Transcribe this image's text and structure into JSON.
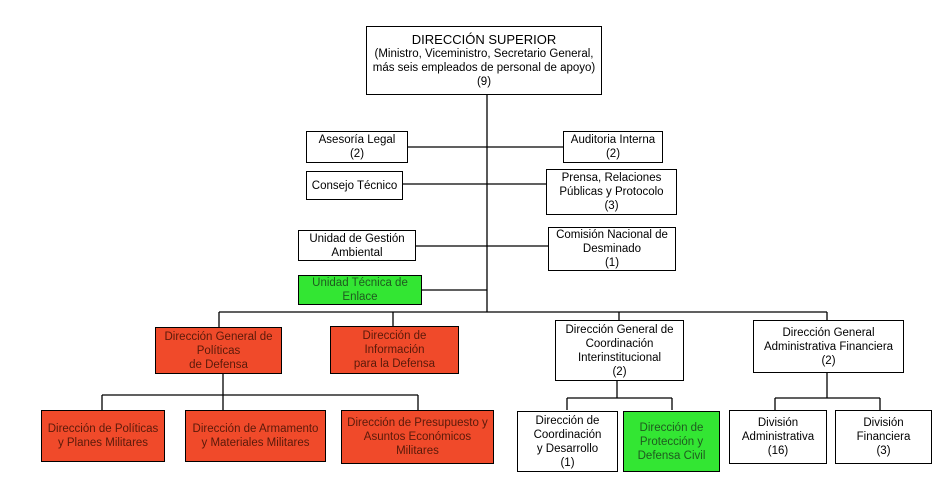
{
  "colors": {
    "red_fill": "#f04a2a",
    "green_fill": "#33e633",
    "white_fill": "#ffffff",
    "line": "#000000"
  },
  "nodes": {
    "direccion_superior": {
      "lines": [
        "DIRECCIÓN SUPERIOR",
        "(Ministro, Viceministro, Secretario General,",
        "más seis empleados de personal de apoyo)",
        "(9)"
      ],
      "fill": "white"
    },
    "asesoria_legal": {
      "lines": [
        "Asesoría Legal",
        "(2)"
      ],
      "fill": "white"
    },
    "auditoria_interna": {
      "lines": [
        "Auditoria Interna",
        "(2)"
      ],
      "fill": "white"
    },
    "consejo_tecnico": {
      "lines": [
        "Consejo Técnico"
      ],
      "fill": "white"
    },
    "prensa": {
      "lines": [
        "Prensa, Relaciones",
        "Públicas y Protocolo",
        "(3)"
      ],
      "fill": "white"
    },
    "gestion_ambiental": {
      "lines": [
        "Unidad de Gestión",
        "Ambiental"
      ],
      "fill": "white"
    },
    "desminado": {
      "lines": [
        "Comisión Nacional de",
        "Desminado",
        "(1)"
      ],
      "fill": "white"
    },
    "tecnica_enlace": {
      "lines": [
        "Unidad Técnica de",
        "Enlace"
      ],
      "fill": "green"
    },
    "dg_politicas": {
      "lines": [
        "Dirección General de",
        "Políticas",
        "de Defensa"
      ],
      "fill": "red"
    },
    "dir_informacion": {
      "lines": [
        "Dirección de",
        "Información",
        "para la Defensa"
      ],
      "fill": "red"
    },
    "dg_coordinacion": {
      "lines": [
        "Dirección General de",
        "Coordinación",
        "Interinstitucional",
        "(2)"
      ],
      "fill": "white"
    },
    "dg_admin_financiera": {
      "lines": [
        "Dirección General",
        "Administrativa Financiera",
        "(2)"
      ],
      "fill": "white"
    },
    "dir_politicas_planes": {
      "lines": [
        "Dirección de Políticas",
        "y Planes Militares"
      ],
      "fill": "red"
    },
    "dir_armamento": {
      "lines": [
        "Dirección de Armamento",
        "y Materiales Militares"
      ],
      "fill": "red"
    },
    "dir_presupuesto": {
      "lines": [
        "Dirección de Presupuesto y",
        "Asuntos Económicos",
        "Militares"
      ],
      "fill": "red"
    },
    "dir_coord_desarrollo": {
      "lines": [
        "Dirección de",
        "Coordinación",
        "y Desarrollo",
        "(1)"
      ],
      "fill": "white"
    },
    "dir_proteccion_civil": {
      "lines": [
        "Dirección de",
        "Protección y",
        "Defensa Civil"
      ],
      "fill": "green"
    },
    "div_administrativa": {
      "lines": [
        "División",
        "Administrativa",
        "(16)"
      ],
      "fill": "white"
    },
    "div_financiera": {
      "lines": [
        "División",
        "Financiera",
        "(3)"
      ],
      "fill": "white"
    }
  },
  "edges": [
    [
      "direccion_superior",
      "asesoria_legal"
    ],
    [
      "direccion_superior",
      "auditoria_interna"
    ],
    [
      "direccion_superior",
      "consejo_tecnico"
    ],
    [
      "direccion_superior",
      "prensa"
    ],
    [
      "direccion_superior",
      "gestion_ambiental"
    ],
    [
      "direccion_superior",
      "desminado"
    ],
    [
      "direccion_superior",
      "tecnica_enlace"
    ],
    [
      "direccion_superior",
      "dg_politicas"
    ],
    [
      "direccion_superior",
      "dir_informacion"
    ],
    [
      "direccion_superior",
      "dg_coordinacion"
    ],
    [
      "direccion_superior",
      "dg_admin_financiera"
    ],
    [
      "dg_politicas",
      "dir_politicas_planes"
    ],
    [
      "dg_politicas",
      "dir_armamento"
    ],
    [
      "dg_politicas",
      "dir_presupuesto"
    ],
    [
      "dg_coordinacion",
      "dir_coord_desarrollo"
    ],
    [
      "dg_coordinacion",
      "dir_proteccion_civil"
    ],
    [
      "dg_admin_financiera",
      "div_administrativa"
    ],
    [
      "dg_admin_financiera",
      "div_financiera"
    ]
  ]
}
